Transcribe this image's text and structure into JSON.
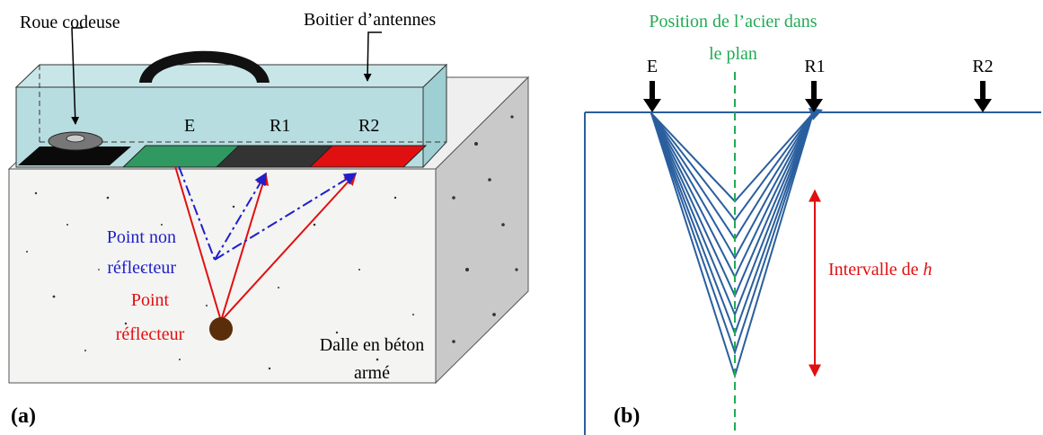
{
  "panel_a": {
    "label": "(a)",
    "wheel_label": "Roue codeuse",
    "box_label": "Boitier d’antennes",
    "antennas": {
      "e": "E",
      "r1": "R1",
      "r2": "R2"
    },
    "non_reflector_line1": "Point non",
    "non_reflector_line2": "réflecteur",
    "reflector_line1": "Point",
    "reflector_line2": "réflecteur",
    "slab_line1": "Dalle en béton",
    "slab_line2": "armé"
  },
  "panel_b": {
    "label": "(b)",
    "steel_line1": "Position de l’acier dans",
    "steel_line2": "le plan",
    "e": "E",
    "r1": "R1",
    "r2": "R2",
    "interval_text": "Intervalle de ",
    "interval_var": "h"
  },
  "colors": {
    "box_fill": "#b7dde0",
    "concrete": "#f4f4f2",
    "concrete_side": "#c9c9c9",
    "antenna_e": "#2f9961",
    "antenna_r1": "#333333",
    "antenna_r2": "#e01010",
    "ray_red": "#e01010",
    "ray_blue": "#1f1fcc",
    "wave_blue": "#2a5f9e",
    "steel_green": "#22aa55",
    "ball": "#5a2e0a"
  }
}
